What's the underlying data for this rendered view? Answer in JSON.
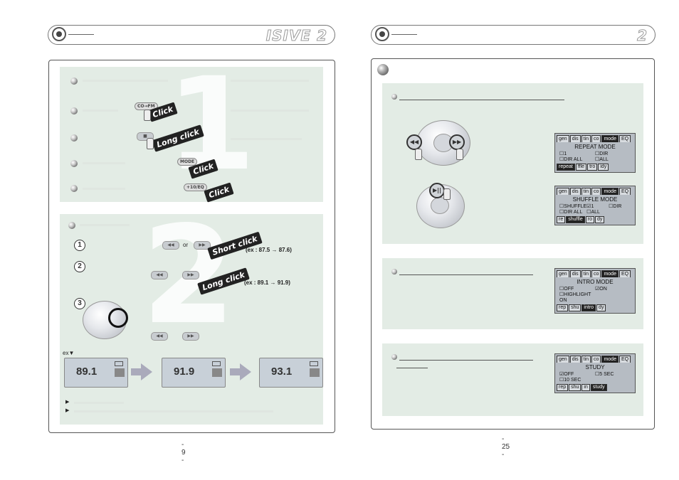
{
  "left_page": {
    "logo": "ISIVE 2",
    "steps_panel": {
      "labels": {
        "co_fm": "CO→FM",
        "mode": "MODE",
        "eq": "+10/EQ"
      },
      "clicks": {
        "click1": "Click",
        "long": "Long click",
        "click2": "Click",
        "click3": "Click"
      }
    },
    "tuning_panel": {
      "step1": {
        "num": "1",
        "or": "or",
        "click": "Short click",
        "example": "(ex : 87.5 → 87.6)"
      },
      "step2": {
        "num": "2",
        "click": "Long click",
        "example": "(ex : 89.1 → 91.9)"
      },
      "step3": {
        "num": "3"
      },
      "ex_label": "ex▼",
      "lcds": [
        {
          "value": "89.1"
        },
        {
          "value": "91.9"
        },
        {
          "value": "93.1"
        }
      ]
    },
    "page_number": "- 9 -"
  },
  "right_page": {
    "logo": "2",
    "screens": {
      "repeat": {
        "tabs": [
          "gen",
          "dis",
          "tin",
          "co",
          "mode",
          "EQ"
        ],
        "active_tab": "mode",
        "title": "REPEAT MODE",
        "options": [
          "☐1",
          "☐DIR",
          "☐DIR ALL",
          "☐ALL"
        ],
        "bottom_tabs": [
          "repeat",
          "ffle",
          "tro",
          "idy"
        ],
        "active_bottom": "repeat"
      },
      "shuffle": {
        "tabs": [
          "gen",
          "dis",
          "tin",
          "co",
          "mode",
          "EQ"
        ],
        "active_tab": "mode",
        "title": "SHUFFLE MODE",
        "options": [
          "☐SHUFFLE",
          "☑1",
          "☐DIR",
          "☐DIR ALL",
          "☐ALL",
          ""
        ],
        "bottom_tabs": [
          "re",
          "shuffle",
          "ro",
          "dy"
        ],
        "active_bottom": "shuffle"
      },
      "intro": {
        "tabs": [
          "gen",
          "dis",
          "tin",
          "co",
          "mode",
          "EQ"
        ],
        "active_tab": "mode",
        "title": "INTRO MODE",
        "options": [
          "☐OFF",
          "☑ON",
          "☐HIGHLIGHT ON",
          ""
        ],
        "bottom_tabs": [
          "rep",
          "shu",
          "intro",
          "dy"
        ],
        "active_bottom": "intro"
      },
      "study": {
        "tabs": [
          "gen",
          "dis",
          "tin",
          "co",
          "mode",
          "EQ"
        ],
        "active_tab": "mode",
        "title": "STUDY",
        "options": [
          "☑OFF",
          "☐5 SEC",
          "☐10 SEC",
          ""
        ],
        "bottom_tabs": [
          "rep",
          "shu",
          "in",
          "study"
        ],
        "active_bottom": "study"
      }
    },
    "page_number": "- 25 -"
  }
}
